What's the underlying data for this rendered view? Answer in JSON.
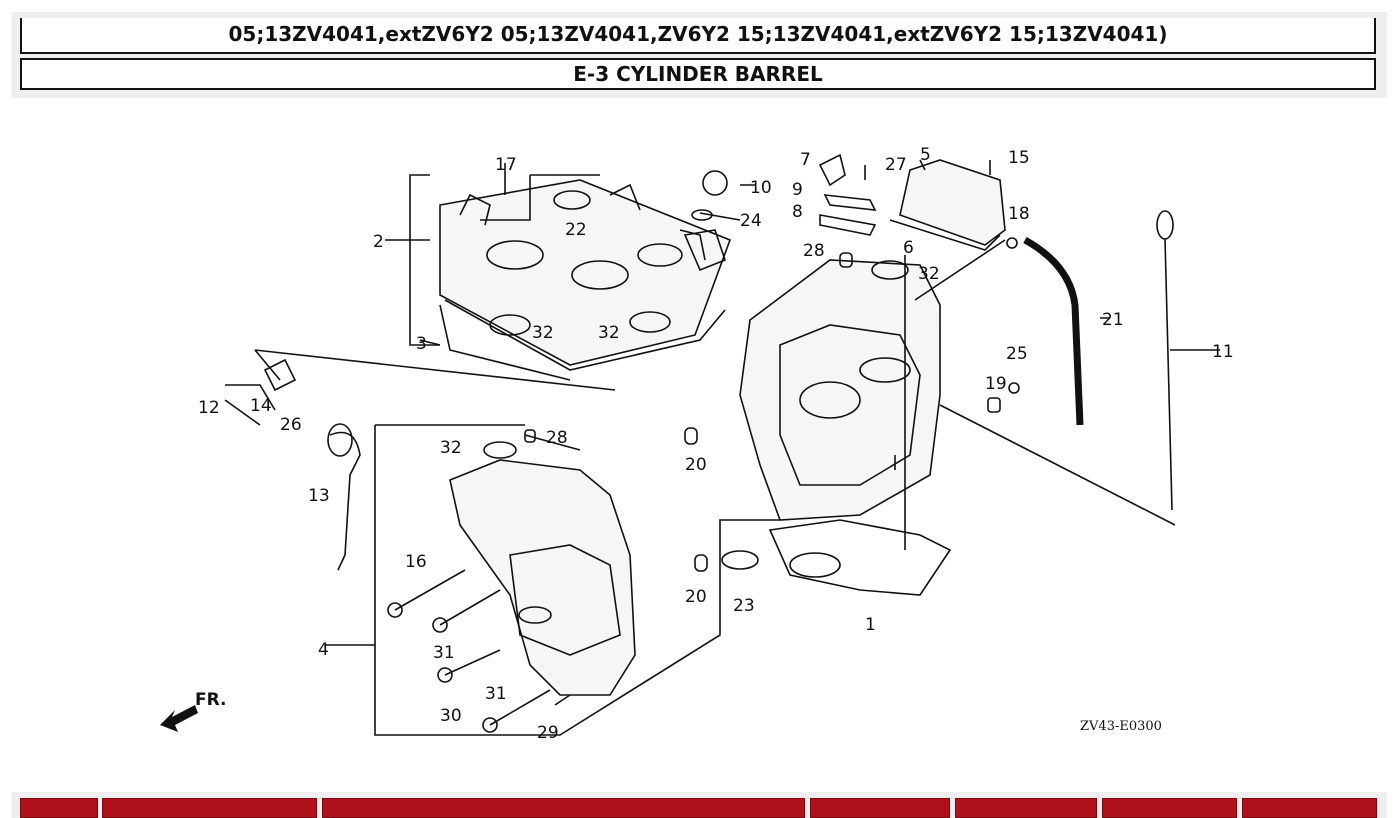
{
  "header": {
    "model_line": "05;13ZV4041,extZV6Y2 05;13ZV4041,ZV6Y2 15;13ZV4041,extZV6Y2 15;13ZV4041)",
    "section_title": "E-3 CYLINDER BARREL"
  },
  "diagram": {
    "code": "ZV43-E0300",
    "direction_label": "FR.",
    "callouts": [
      "1",
      "2",
      "3",
      "4",
      "5",
      "6",
      "7",
      "8",
      "9",
      "10",
      "11",
      "12",
      "13",
      "14",
      "15",
      "16",
      "17",
      "18",
      "19",
      "20",
      "20",
      "21",
      "22",
      "23",
      "24",
      "25",
      "26",
      "27",
      "28",
      "28",
      "29",
      "30",
      "31",
      "31",
      "32",
      "32",
      "32",
      "32",
      "32"
    ]
  },
  "footer": {
    "tab_color": "#b0101a",
    "tabs": [
      "",
      "",
      "",
      "",
      "",
      "",
      ""
    ]
  }
}
